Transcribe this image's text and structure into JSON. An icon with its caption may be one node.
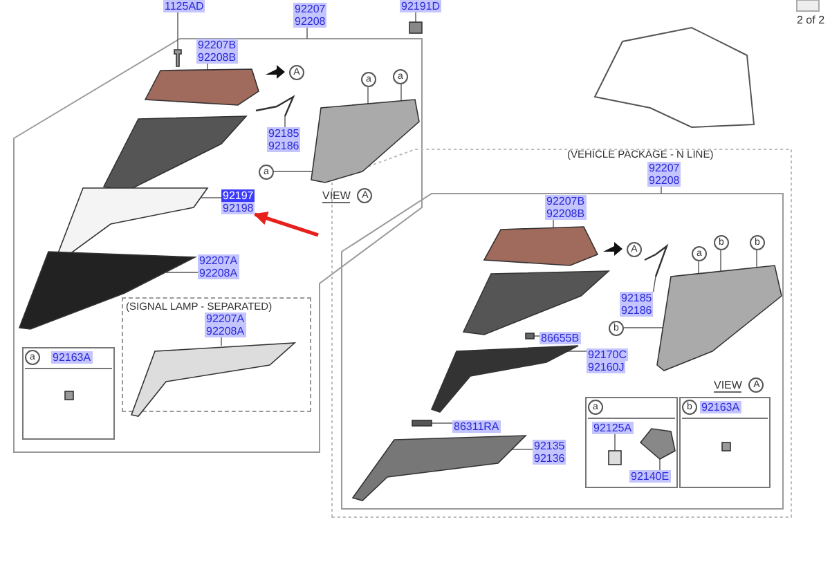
{
  "diagram": {
    "nodes": [
      {
        "text": [
          "1125AD"
        ]
      },
      {
        "text": [],
        "shape": "picture"
      },
      {
        "text": [
          "92207",
          "92208"
        ]
      },
      {
        "text": [
          "92191D"
        ]
      },
      {
        "text": [],
        "shape": "box"
      },
      {
        "text": [
          "92207B",
          "92208B"
        ]
      },
      {
        "text": [],
        "shape": "picture"
      },
      {
        "text": [
          "A"
        ]
      },
      {
        "text": [
          "a"
        ]
      },
      {
        "text": [
          "a"
        ]
      },
      {
        "text": [],
        "shape": "picture"
      },
      {
        "text": [
          "92185",
          "92186"
        ]
      },
      {
        "text": [],
        "shape": "picture"
      },
      {
        "text": [],
        "shape": "picture"
      },
      {
        "text": [
          "a"
        ]
      },
      {
        "text": [
          "A"
        ],
        "beside": [
          "VIEW"
        ]
      },
      {
        "text": [],
        "shape": "picture"
      },
      {
        "text": [
          "92197",
          "92198"
        ]
      },
      {
        "text": [
          "92207A",
          "92208A"
        ]
      },
      {
        "text": [],
        "shape": "picture"
      },
      {
        "text": [
          "(SIGNAL LAMP - SEPARATED)"
        ]
      },
      {
        "text": [
          "92207A",
          "92208A"
        ],
        "in": 20
      },
      {
        "text": [],
        "shape": "picture",
        "in": 20
      },
      {
        "text": [
          "92163A"
        ]
      },
      {
        "text": [
          "a"
        ],
        "in": 23
      },
      {
        "text": [],
        "shape": "box",
        "in": 23
      },
      {
        "text": [
          "(VEHICLE PACKAGE - N LINE)"
        ]
      },
      {
        "text": [
          "92207",
          "92208"
        ],
        "in": 26
      },
      {
        "text": [
          "92207B",
          "92208B"
        ],
        "in": 26
      },
      {
        "text": [],
        "shape": "picture",
        "in": 26
      },
      {
        "text": [
          "A"
        ],
        "in": 26
      },
      {
        "text": [
          "a"
        ],
        "in": 26
      },
      {
        "text": [
          "b"
        ],
        "in": 26
      },
      {
        "text": [
          "b"
        ],
        "in": 26
      },
      {
        "text": [],
        "shape": "picture",
        "in": 26
      },
      {
        "text": [],
        "shape": "picture",
        "in": 26
      },
      {
        "text": [],
        "shape": "picture",
        "in": 26
      },
      {
        "text": [
          "92185",
          "92186"
        ],
        "in": 26
      },
      {
        "text": [
          "b"
        ],
        "in": 26
      },
      {
        "text": [],
        "shape": "box",
        "in": 26
      },
      {
        "text": [
          "86655B"
        ],
        "in": 26
      },
      {
        "text": [],
        "shape": "picture",
        "in": 26
      },
      {
        "text": [
          "92170C",
          "92160J"
        ],
        "in": 26
      },
      {
        "text": [
          "A"
        ],
        "beside": [
          "VIEW"
        ],
        "in": 26
      },
      {
        "text": [],
        "shape": "box",
        "in": 26
      },
      {
        "text": [
          "a"
        ],
        "in": 44
      },
      {
        "text": [
          "92125A"
        ],
        "in": 44
      },
      {
        "text": [],
        "shape": "box",
        "in": 44
      },
      {
        "text": [],
        "shape": "picture",
        "in": 44
      },
      {
        "text": [
          "92140E"
        ],
        "in": 44
      },
      {
        "text": [
          "92163A"
        ],
        "in": 26
      },
      {
        "text": [
          "b"
        ],
        "in": 50
      },
      {
        "text": [],
        "shape": "box",
        "in": 50
      },
      {
        "text": [],
        "shape": "box",
        "in": 26
      },
      {
        "text": [
          "86311RA"
        ],
        "in": 26
      },
      {
        "text": [],
        "shape": "picture",
        "in": 26
      },
      {
        "text": [
          "92135",
          "92136"
        ],
        "in": 26
      }
    ],
    "edges": [
      {
        "from": 0,
        "to": 1,
        "arrow": "none"
      },
      {
        "from": 2,
        "to": null,
        "arrow": "none"
      },
      {
        "from": 3,
        "to": 4,
        "arrow": "none"
      },
      {
        "from": 5,
        "to": 6,
        "arrow": "none"
      },
      {
        "from": 11,
        "to": 10,
        "arrow": "none"
      },
      {
        "from": 17,
        "to": 16,
        "arrow": "none"
      },
      {
        "from": 18,
        "to": 19,
        "arrow": "none"
      },
      {
        "from": 21,
        "to": 22,
        "arrow": "none"
      },
      {
        "from": 27,
        "to": null,
        "arrow": "none"
      },
      {
        "from": 28,
        "to": 29,
        "arrow": "none"
      },
      {
        "from": 37,
        "to": 34,
        "arrow": "none"
      },
      {
        "from": 40,
        "to": 39,
        "arrow": "none"
      },
      {
        "from": 42,
        "to": 41,
        "arrow": "none"
      },
      {
        "from": 54,
        "to": 53,
        "arrow": "none"
      },
      {
        "from": 56,
        "to": 55,
        "arrow": "none"
      },
      {
        "from": 46,
        "to": 47,
        "arrow": "none"
      },
      {
        "from": 49,
        "to": 48,
        "arrow": "none"
      },
      {
        "from": null,
        "to": 17,
        "arrow": "to",
        "style": "thick",
        "color": "#e8201c"
      },
      {
        "from": 8,
        "to": 13,
        "arrow": "none"
      },
      {
        "from": 9,
        "to": 13,
        "arrow": "none"
      },
      {
        "from": 14,
        "to": 13,
        "arrow": "none"
      },
      {
        "from": 31,
        "to": 36,
        "arrow": "none"
      },
      {
        "from": 32,
        "to": 36,
        "arrow": "none"
      },
      {
        "from": 33,
        "to": 36,
        "arrow": "none"
      },
      {
        "from": 38,
        "to": 36,
        "arrow": "none"
      }
    ],
    "labels": [
      "2 of 2"
    ]
  }
}
